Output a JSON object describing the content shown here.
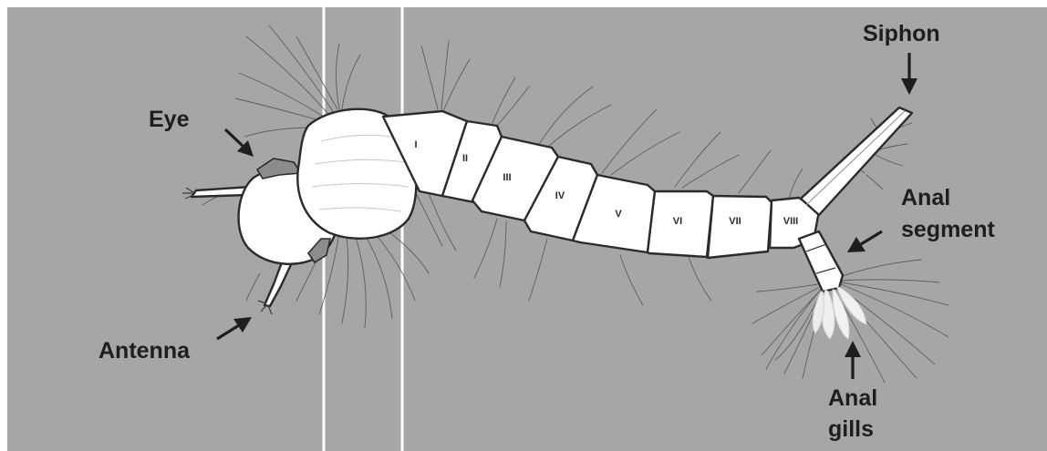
{
  "colors": {
    "background": "#a6a6a6",
    "body_fill": "#ffffff",
    "outline": "#2b2b2b",
    "label_text": "#1e1e1e",
    "divider_lines": "#ffffff"
  },
  "labels": {
    "eye": "Eye",
    "antenna": "Antenna",
    "siphon": "Siphon",
    "anal_segment_line1": "Anal",
    "anal_segment_line2": "segment",
    "anal_gills_line1": "Anal",
    "anal_gills_line2": "gills"
  },
  "segments": [
    "I",
    "II",
    "III",
    "IV",
    "V",
    "VI",
    "VII",
    "VIII"
  ]
}
